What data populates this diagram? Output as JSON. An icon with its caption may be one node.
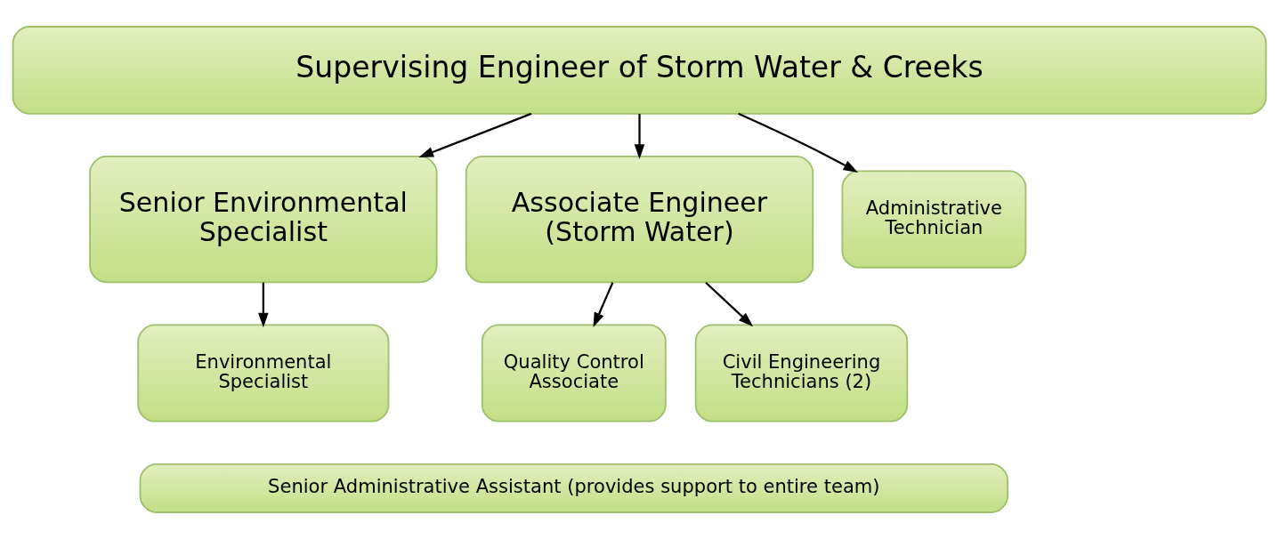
{
  "diagram": {
    "nodes": [
      {
        "text": [
          "Supervising Engineer of Storm Water & Creeks"
        ]
      },
      {
        "text": [
          "Senior Environmental Specialist"
        ]
      },
      {
        "text": [
          "Associate Engineer (Storm Water)"
        ]
      },
      {
        "text": [
          "Administrative Technician"
        ]
      },
      {
        "text": [
          "Environmental Specialist"
        ]
      },
      {
        "text": [
          "Quality Control Associate"
        ]
      },
      {
        "text": [
          "Civil Engineering Technicians (2)"
        ]
      },
      {
        "text": [
          "Senior Administrative Assistant (provides support to entire team)"
        ]
      }
    ],
    "edges": [
      {
        "from": 0,
        "to": 1,
        "arrow": "to"
      },
      {
        "from": 0,
        "to": 2,
        "arrow": "to"
      },
      {
        "from": 0,
        "to": 3,
        "arrow": "to"
      },
      {
        "from": 1,
        "to": 4,
        "arrow": "to"
      },
      {
        "from": 2,
        "to": 5,
        "arrow": "to"
      },
      {
        "from": 2,
        "to": 6,
        "arrow": "to"
      }
    ]
  }
}
